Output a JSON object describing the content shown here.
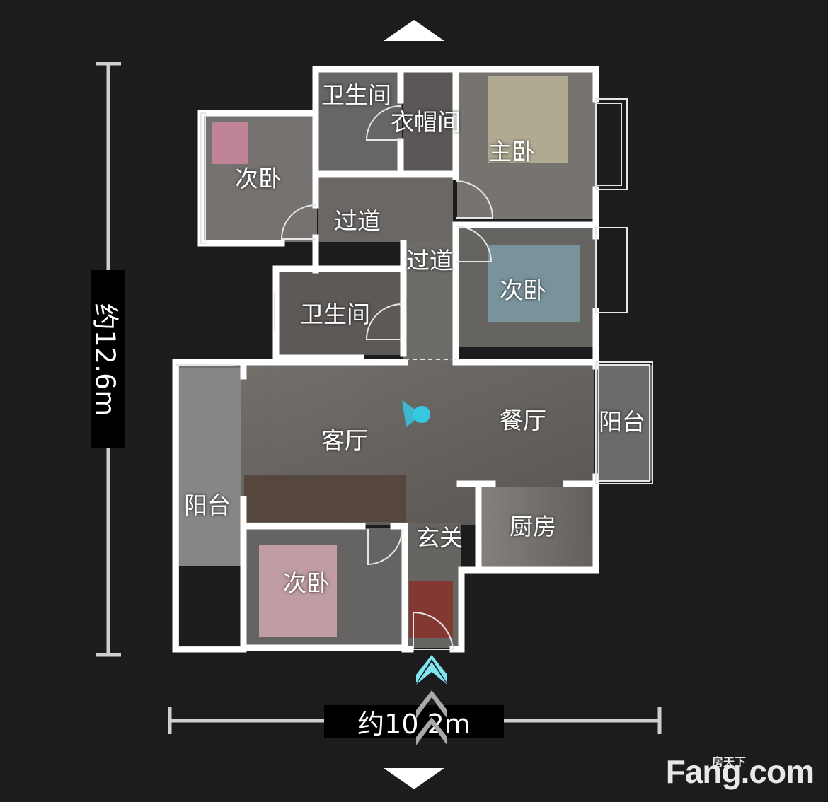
{
  "colors": {
    "background": "#1c1c1e",
    "wall": "#ffffff",
    "photo_floor": "#6e6a66",
    "accent": "#35c8e0"
  },
  "nav": {
    "up_icon": "chevron-up-icon",
    "down_icon": "chevron-down-icon",
    "entrance_icon": "double-chevron-up-icon"
  },
  "dimensions": {
    "height": "约12.6m",
    "width": "约10.2m"
  },
  "rooms": {
    "bath_top": "卫生间",
    "closet": "衣帽间",
    "master_bedroom": "主卧",
    "bedroom_left": "次卧",
    "corridor_1": "过道",
    "corridor_2": "过道",
    "bedroom_right": "次卧",
    "bath_mid": "卫生间",
    "living_room": "客厅",
    "dining_room": "餐厅",
    "balcony_right": "阳台",
    "balcony_left": "阳台",
    "foyer": "玄关",
    "kitchen": "厨房",
    "bedroom_bottom": "次卧"
  },
  "watermark": {
    "logo": "Fang.com",
    "logo_cn": "房天下"
  }
}
